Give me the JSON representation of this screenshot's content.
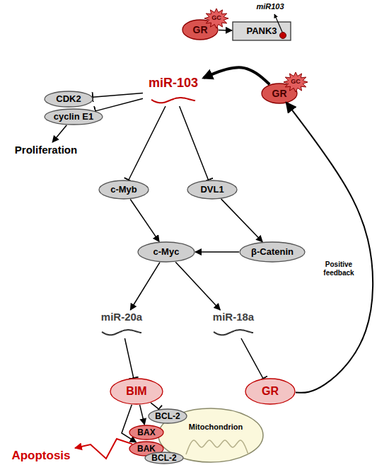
{
  "diagram": {
    "nodes": [
      {
        "text": [
          "GR"
        ]
      },
      {
        "text": [
          "GC"
        ]
      },
      {
        "text": [
          "PANK3"
        ]
      },
      {
        "text": [
          "GR"
        ]
      },
      {
        "text": [
          "GC"
        ]
      },
      {
        "text": [
          "miR-103"
        ]
      },
      {
        "text": [
          "CDK2"
        ]
      },
      {
        "text": [
          "cyclin E1"
        ]
      },
      {
        "text": [
          "Proliferation"
        ]
      },
      {
        "text": [
          "c-Myb"
        ]
      },
      {
        "text": [
          "DVL1"
        ]
      },
      {
        "text": [
          "c-Myc"
        ]
      },
      {
        "text": [
          "β-Catenin"
        ]
      },
      {
        "text": [
          "miR-20a"
        ]
      },
      {
        "text": [
          "miR-18a"
        ]
      },
      {
        "text": [
          "BIM"
        ]
      },
      {
        "text": [
          "GR"
        ]
      },
      {
        "text": [
          "Mitochondrion"
        ]
      },
      {
        "text": [
          "BCL-2"
        ]
      },
      {
        "text": [
          "BAX"
        ]
      },
      {
        "text": [
          "BAK"
        ]
      },
      {
        "text": [
          "BCL-2"
        ]
      },
      {
        "text": [
          "Apoptosis"
        ]
      }
    ],
    "edges": [
      {
        "from": 0,
        "to": 2,
        "arrow": "to"
      },
      {
        "from": 3,
        "to": 5,
        "arrow": "to"
      },
      {
        "from": 5,
        "to": 6,
        "arrow": "to"
      },
      {
        "from": 5,
        "to": 7,
        "arrow": "to"
      },
      {
        "from": 7,
        "to": 8,
        "arrow": "to"
      },
      {
        "from": 5,
        "to": 9,
        "arrow": "to"
      },
      {
        "from": 5,
        "to": 10,
        "arrow": "to"
      },
      {
        "from": 9,
        "to": 11,
        "arrow": "to"
      },
      {
        "from": 10,
        "to": 12,
        "arrow": "to"
      },
      {
        "from": 12,
        "to": 11,
        "arrow": "to"
      },
      {
        "from": 11,
        "to": 13,
        "arrow": "to"
      },
      {
        "from": 11,
        "to": 14,
        "arrow": "to"
      },
      {
        "from": 13,
        "to": 15,
        "arrow": "to"
      },
      {
        "from": 14,
        "to": 16,
        "arrow": "to"
      },
      {
        "from": 16,
        "to": 3,
        "label": "Positive feedback",
        "arrow": "to"
      },
      {
        "from": 15,
        "to": 19,
        "arrow": "to"
      },
      {
        "from": 15,
        "to": 18,
        "arrow": "to"
      },
      {
        "from": 15,
        "to": 20,
        "arrow": "to"
      },
      {
        "from": 20,
        "to": 22,
        "arrow": "to"
      }
    ],
    "labels": [
      "miR103"
    ]
  }
}
